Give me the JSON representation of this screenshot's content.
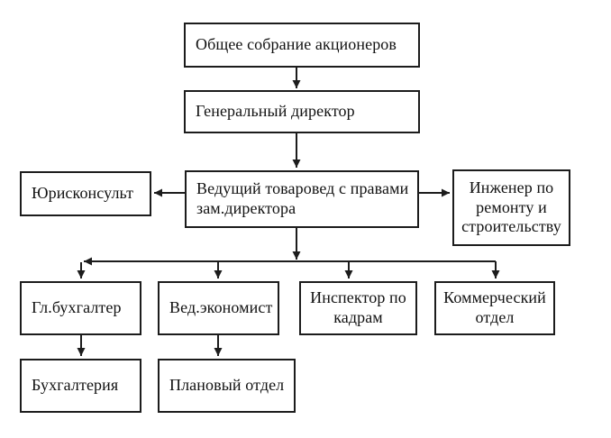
{
  "diagram": {
    "type": "org-chart",
    "language": "ru",
    "line_color": "#1c1c1c",
    "background_color": "#ffffff",
    "nodes": {
      "shareholders": {
        "label": "Общее собрание акционеров"
      },
      "director": {
        "label": "Генеральный директор"
      },
      "merchandiser": {
        "label": "Ведущий товаровед с правами зам.директора"
      },
      "legal": {
        "label": "Юрисконсульт"
      },
      "engineer": {
        "label": "Инженер по ремонту и строительству"
      },
      "chief_acct": {
        "label": "Гл.бухгалтер"
      },
      "economist": {
        "label": "Вед.экономист"
      },
      "hr": {
        "label": "Инспектор по кадрам"
      },
      "commercial": {
        "label": "Коммерческий отдел"
      },
      "accounting": {
        "label": "Бухгалтерия"
      },
      "planning": {
        "label": "Плановый отдел"
      }
    },
    "edges": [
      {
        "from": "shareholders",
        "to": "director"
      },
      {
        "from": "director",
        "to": "merchandiser"
      },
      {
        "from": "merchandiser",
        "to": "legal"
      },
      {
        "from": "merchandiser",
        "to": "engineer"
      },
      {
        "from": "merchandiser",
        "to": "chief_acct"
      },
      {
        "from": "merchandiser",
        "to": "economist"
      },
      {
        "from": "merchandiser",
        "to": "hr"
      },
      {
        "from": "merchandiser",
        "to": "commercial"
      },
      {
        "from": "chief_acct",
        "to": "accounting"
      },
      {
        "from": "economist",
        "to": "planning"
      }
    ]
  }
}
